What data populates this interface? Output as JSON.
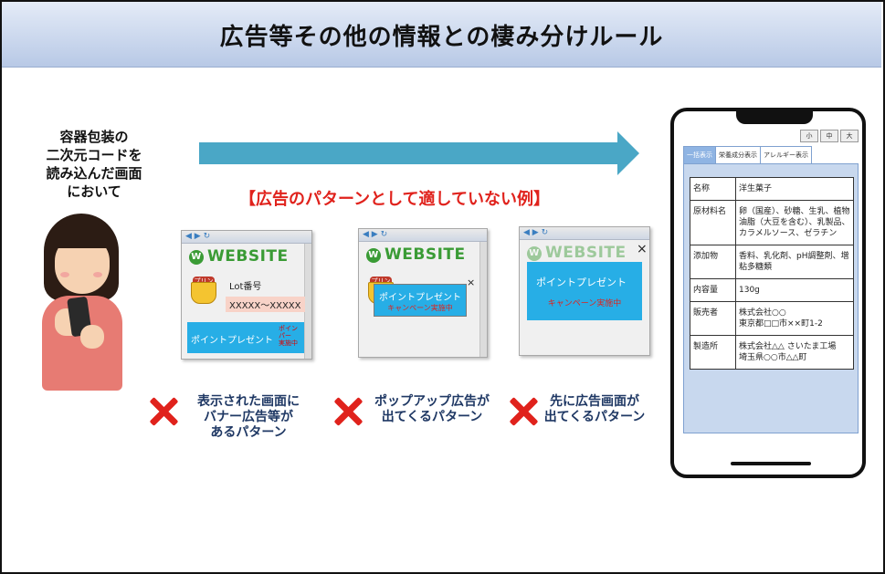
{
  "title": "広告等その他の情報との棲み分けルール",
  "left_caption": [
    "容器包装の",
    "二次元コードを",
    "読み込んだ画面",
    "において"
  ],
  "subtitle": "【広告のパターンとして適していない例】",
  "arrow_color": "#4aa7c6",
  "accent_red": "#e0221c",
  "examples": [
    {
      "logo": "WEBSITE",
      "pudding_label": "プリン",
      "lot_label": "Lot番号",
      "lot_value": "XXXXX～XXXXX",
      "banner_text": "ポイントプレゼント",
      "banner_side": [
        "ポイン",
        "パー",
        "実施中"
      ],
      "caption": [
        "表示された画面に",
        "バナー広告等が",
        "あるパターン"
      ]
    },
    {
      "logo": "WEBSITE",
      "pudding_label": "プリン",
      "popup_main": "ポイントプレゼント",
      "popup_sub": "キャンペーン実施中",
      "close": "×",
      "caption": [
        "ポップアップ広告が",
        "出てくるパターン"
      ]
    },
    {
      "logo": "WEBSITE",
      "popup_main": "ポイントプレゼント",
      "popup_sub": "キャンペーン実施中",
      "close": "×",
      "caption": [
        "先に広告画面が",
        "出てくるパターン"
      ]
    }
  ],
  "phone": {
    "size_buttons": [
      "小",
      "中",
      "大"
    ],
    "tabs": [
      "一括表示",
      "栄養成分表示",
      "アレルギー表示"
    ],
    "rows": [
      {
        "k": "名称",
        "v": "洋生菓子"
      },
      {
        "k": "原材料名",
        "v": "卵（国産）、砂糖、生乳、植物油脂（大豆を含む）、乳製品、カラメルソース、ゼラチン"
      },
      {
        "k": "添加物",
        "v": "香料、乳化剤、pH調整剤、増粘多糖類"
      },
      {
        "k": "内容量",
        "v": "130g"
      },
      {
        "k": "販売者",
        "v": "株式会社○○\n東京都□□市××町1-2"
      },
      {
        "k": "製造所",
        "v": "株式会社△△ さいたま工場\n埼玉県○○市△△町"
      }
    ]
  }
}
